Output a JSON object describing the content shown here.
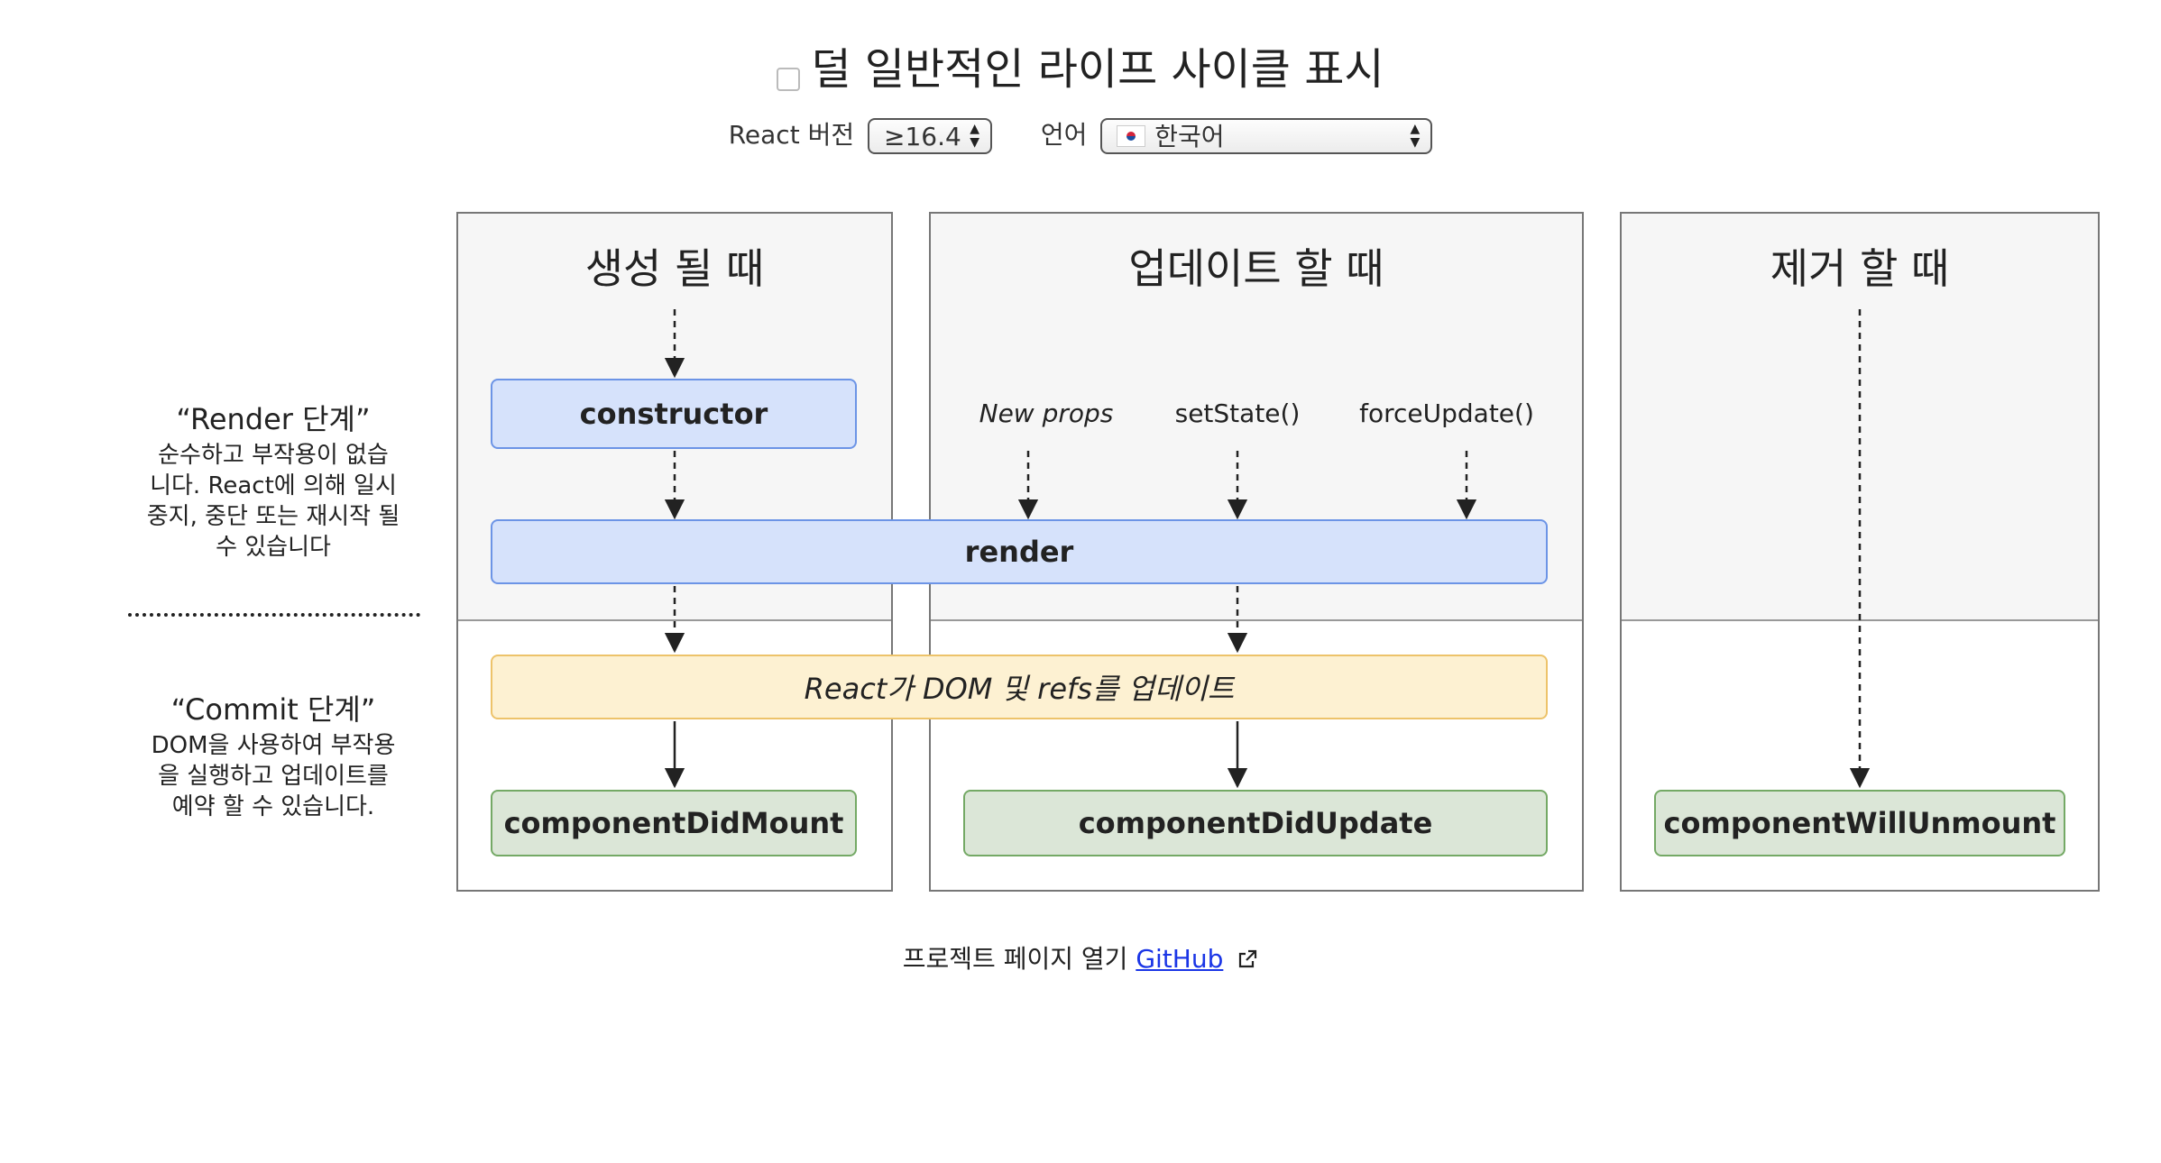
{
  "header": {
    "toggle_label": "덜 일반적인 라이프 사이클 표시",
    "toggle_checked": false,
    "react_version_label": "React 버전",
    "react_version_value": "≥16.4",
    "language_label": "언어",
    "language_value": "한국어"
  },
  "phases": {
    "render": {
      "title": "“Render 단계”",
      "description_lines": [
        "순수하고 부작용이 없습",
        "니다. React에 의해 일시",
        "중지, 중단 또는 재시작 될",
        "수 있습니다"
      ]
    },
    "commit": {
      "title": "“Commit 단계”",
      "description_lines": [
        "DOM을 사용하여 부작용",
        "을 실행하고 업데이트를",
        "예약 할 수 있습니다."
      ]
    }
  },
  "columns": {
    "mounting": {
      "title": "생성 될 때"
    },
    "updating": {
      "title": "업데이트 할 때"
    },
    "unmounting": {
      "title": "제거 할 때"
    }
  },
  "nodes": {
    "constructor": "constructor",
    "render": "render",
    "dom_update": "React가 DOM 및 refs를 업데이트",
    "did_mount": "componentDidMount",
    "did_update": "componentDidUpdate",
    "will_unmount": "componentWillUnmount"
  },
  "triggers": {
    "new_props": "New props",
    "set_state": "setState()",
    "force_update": "forceUpdate()"
  },
  "footer": {
    "text": "프로젝트 페이지 열기",
    "link_text": "GitHub",
    "link_icon": "external-link-icon"
  },
  "colors": {
    "render_box": "#d6e2fb",
    "commit_box": "#fdf1d2",
    "lifecycle_box": "#dbe6d7",
    "link": "#1a35e6"
  }
}
